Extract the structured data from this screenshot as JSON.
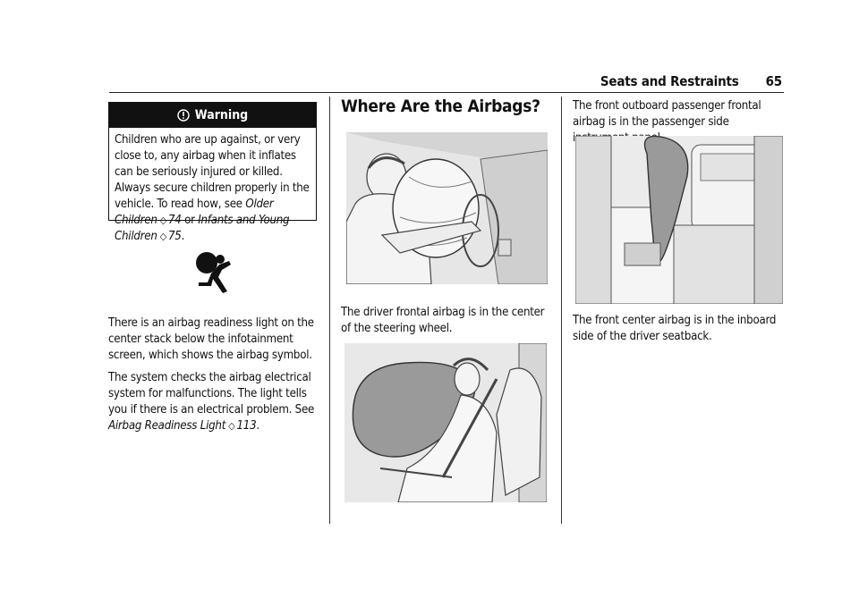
{
  "header": {
    "section": "Seats and Restraints",
    "page_number": "65"
  },
  "warning": {
    "title": "Warning",
    "body_lead": "Children who are up against, or very close to, any airbag when it inflates can be seriously injured or killed. Always secure children properly in the vehicle. To read how, see ",
    "ref1_text": "Older Children",
    "ref1_page": "74",
    "or_text": " or ",
    "ref2_text": "Infants and Young Children",
    "ref2_page": "75",
    "end": "."
  },
  "icons": {
    "airbag_symbol": "airbag-readiness-icon",
    "warning": "warning-exclamation-icon",
    "cross_ref": "book-reference-icon"
  },
  "ref_glyph": "◇",
  "col1": {
    "para1": "There is an airbag readiness light on the center stack below the infotainment screen, which shows the airbag symbol.",
    "para2_lead": "The system checks the airbag electrical system for malfunctions. The light tells you if there is an electrical problem. See ",
    "para2_ref_text": "Airbag Readiness Light",
    "para2_ref_page": "113",
    "para2_end": "."
  },
  "col2": {
    "title": "Where Are the Airbags?",
    "caption1": "The driver frontal airbag is in the center of the steering wheel."
  },
  "col3": {
    "caption1": "The front outboard passenger frontal airbag is in the passenger side instrument panel.",
    "caption2": "The front center airbag is in the inboard side of the driver seatback."
  }
}
